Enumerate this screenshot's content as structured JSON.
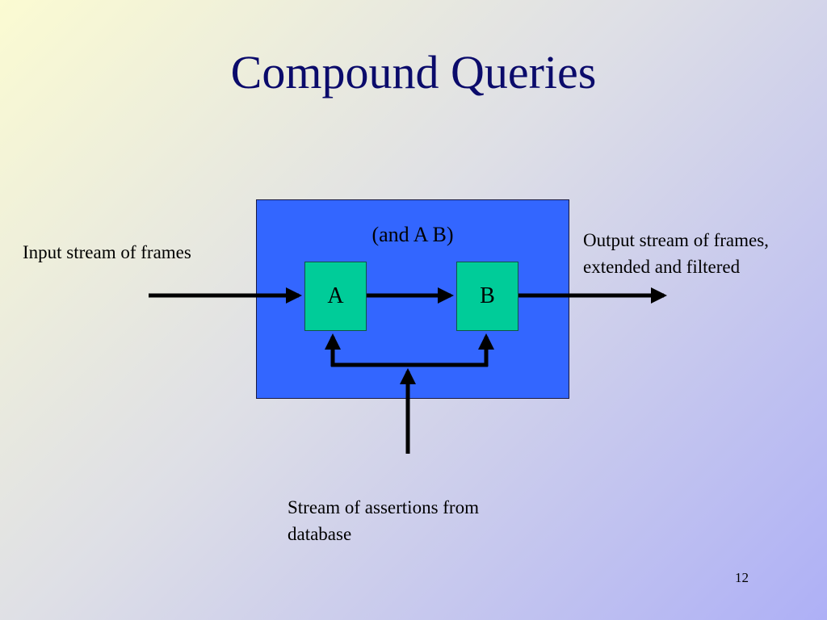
{
  "slide": {
    "title": "Compound Queries",
    "page_number": "12"
  },
  "diagram": {
    "box_label": "(and A B)",
    "node_a_label": "A",
    "node_b_label": "B",
    "input_label": "Input stream of frames",
    "output_label_line1": "Output stream of frames,",
    "output_label_line2": "extended and filtered",
    "assertions_label_line1": "Stream of assertions from",
    "assertions_label_line2": "database"
  },
  "colors": {
    "title": "#0b0b6b",
    "box_fill": "#3366ff",
    "node_fill": "#00cc99",
    "arrow": "#000000"
  }
}
